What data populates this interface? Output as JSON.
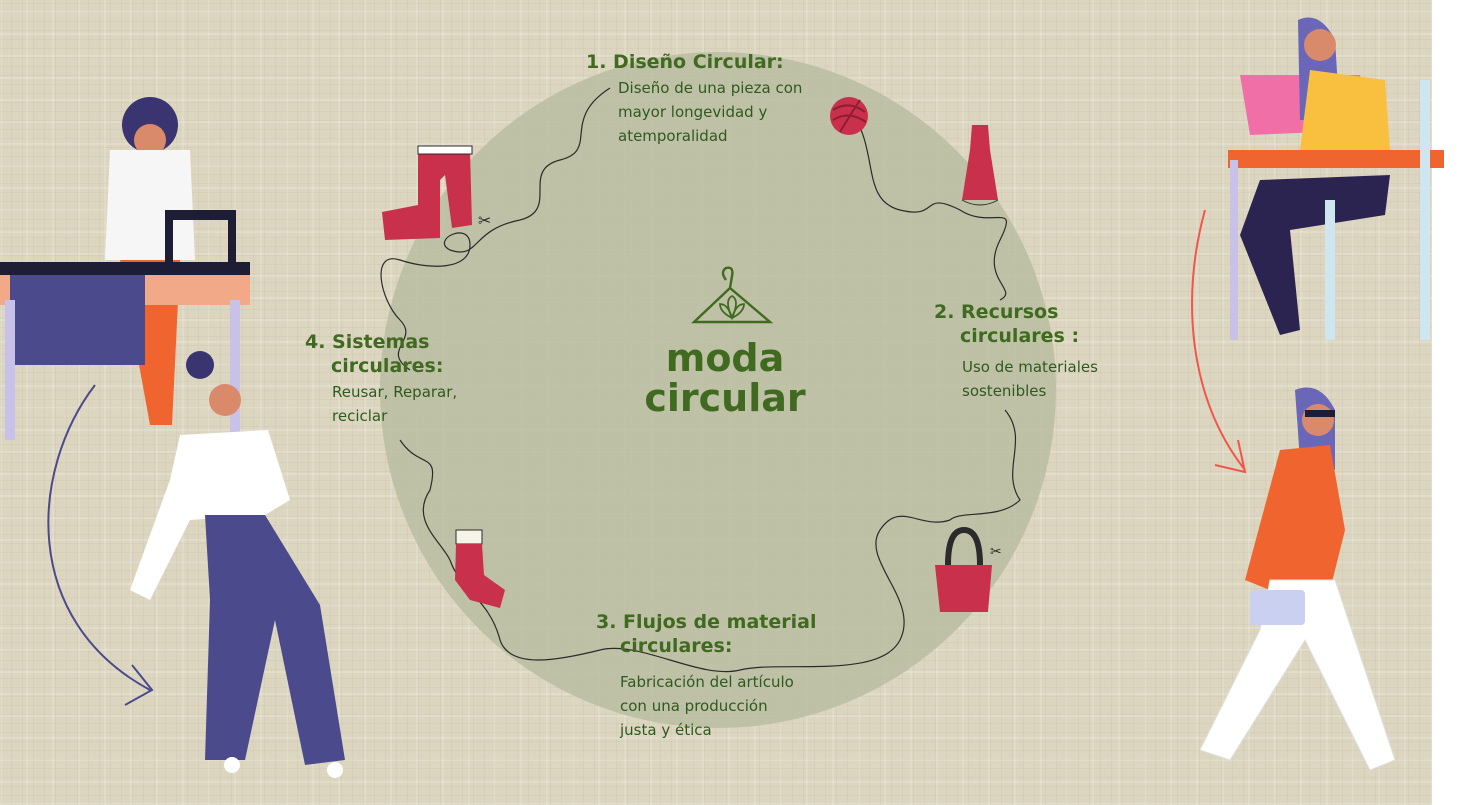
{
  "center": {
    "title_line1": "moda",
    "title_line2": "circular",
    "icon": "hanger-leaf-icon"
  },
  "steps": [
    {
      "title": "1. Diseño Circular:",
      "body": [
        "Diseño de una pieza con",
        "mayor longevidad y",
        "atemporalidad"
      ]
    },
    {
      "title": [
        "2. Recursos",
        "circulares :"
      ],
      "body": [
        "Uso de materiales",
        "sostenibles"
      ]
    },
    {
      "title": [
        "3. Flujos de material",
        "circulares:"
      ],
      "body": [
        "Fabricación del artículo",
        "con una producción",
        "justa y ética"
      ]
    },
    {
      "title": [
        "4. Sistemas",
        "circulares:"
      ],
      "body": [
        "Reusar, Reparar,",
        "reciclar"
      ]
    }
  ],
  "icons": [
    "pants-icon",
    "yarn-ball-icon",
    "dress-icon",
    "handbag-icon",
    "sock-icon",
    "scissors-icon"
  ],
  "colors": {
    "background": "#dcd6c0",
    "circle": "#b9bda0",
    "text": "#3f6a1f",
    "accent_red": "#c9304c",
    "arrow_left": "#4b4a8c",
    "arrow_right": "#f0574a"
  }
}
